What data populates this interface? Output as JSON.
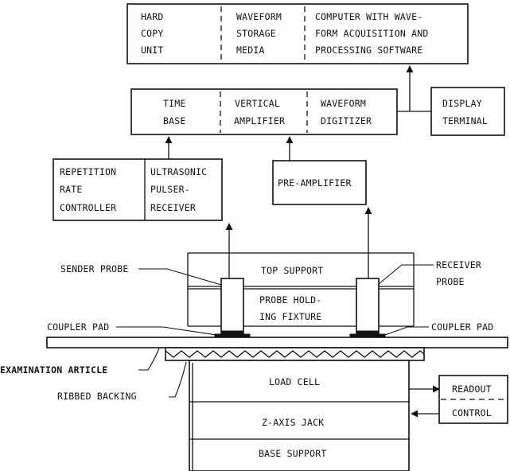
{
  "blocks": {
    "hard_copy": [
      "HARD",
      "COPY",
      "UNIT"
    ],
    "storage": [
      "WAVEFORM",
      "STORAGE",
      "MEDIA"
    ],
    "computer": [
      "COMPUTER WITH WAVE-",
      "FORM ACQUISITION AND",
      "PROCESSING SOFTWARE"
    ],
    "time_base": [
      "TIME",
      "BASE"
    ],
    "vertical_amp": [
      "VERTICAL",
      "AMPLIFIER"
    ],
    "digitizer": [
      "WAVEFORM",
      "DIGITIZER"
    ],
    "display": [
      "DISPLAY",
      "TERMINAL"
    ],
    "rep_rate": [
      "REPETITION",
      "RATE",
      "CONTROLLER"
    ],
    "pulser": [
      "ULTRASONIC",
      "PULSER-",
      "RECEIVER"
    ],
    "preamp": "PRE-AMPLIFIER",
    "top_support": "TOP SUPPORT",
    "probe_fixture": [
      "PROBE HOLD-",
      "ING FIXTURE"
    ],
    "load_cell": "LOAD CELL",
    "z_jack": "Z-AXIS JACK",
    "base_support": "BASE SUPPORT",
    "readout": "READOUT",
    "control": "CONTROL"
  },
  "labels": {
    "sender_probe": "SENDER PROBE",
    "receiver_probe": [
      "RECEIVER",
      "PROBE"
    ],
    "coupler_left": "COUPLER PAD",
    "coupler_right": "COUPLER PAD",
    "exam_article": "EXAMINATION ARTICLE",
    "ribbed_backing": "RIBBED BACKING"
  }
}
